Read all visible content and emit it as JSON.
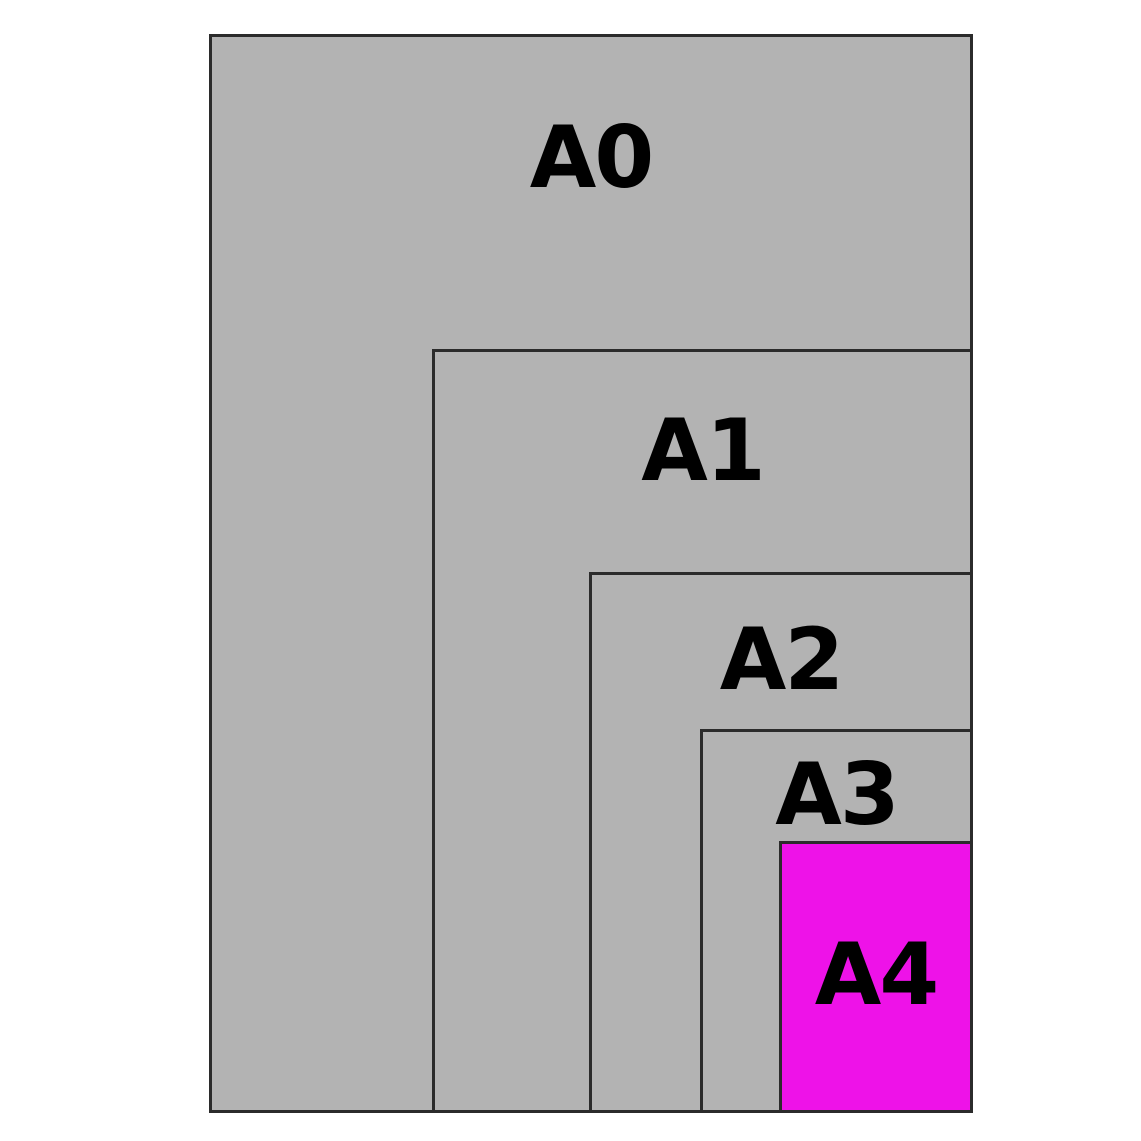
{
  "sheets": [
    {
      "label": "A0",
      "fill": "#b3b3b3"
    },
    {
      "label": "A1",
      "fill": "#b3b3b3"
    },
    {
      "label": "A2",
      "fill": "#b3b3b3"
    },
    {
      "label": "A3",
      "fill": "#b3b3b3"
    },
    {
      "label": "A4",
      "fill": "#ee12e8"
    }
  ],
  "colors": {
    "outline": "#2b2b2b",
    "text": "#000000",
    "background": "#ffffff"
  }
}
